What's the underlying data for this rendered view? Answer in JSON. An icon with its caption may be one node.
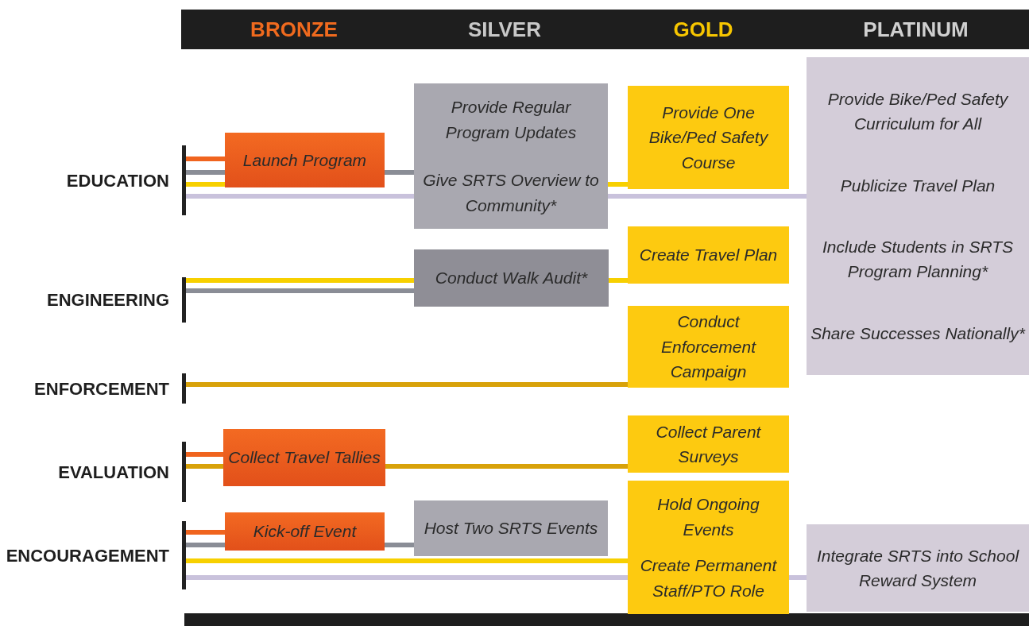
{
  "diagram": {
    "nodes": [
      {
        "text": [
          "EDUCATION"
        ]
      },
      {
        "text": [
          "ENGINEERING"
        ]
      },
      {
        "text": [
          "ENFORCEMENT"
        ]
      },
      {
        "text": [
          "EVALUATION"
        ]
      },
      {
        "text": [
          "ENCOURAGEMENT"
        ]
      },
      {
        "text": [
          "Launch Program"
        ]
      },
      {
        "text": [
          "Provide Regular Program Updates",
          "Give SRTS Overview to Community*"
        ]
      },
      {
        "text": [
          "Provide One Bike/Ped Safety Course"
        ]
      },
      {
        "text": [
          "Provide Bike/Ped Safety Curriculum for All",
          "Publicize Travel Plan",
          "Include Students in SRTS Program Planning*",
          "Share Successes Nationally*"
        ]
      },
      {
        "text": [
          "Conduct Walk Audit*"
        ]
      },
      {
        "text": [
          "Create Travel Plan"
        ]
      },
      {
        "text": [
          "Conduct Enforcement Campaign"
        ]
      },
      {
        "text": [
          "Collect Travel Tallies"
        ]
      },
      {
        "text": [
          "Collect Parent Surveys"
        ]
      },
      {
        "text": [
          "Kick-off Event"
        ]
      },
      {
        "text": [
          "Host Two SRTS Events"
        ]
      },
      {
        "text": [
          "Hold Ongoing Events",
          "Create Permanent Staff/PTO Role"
        ]
      },
      {
        "text": [
          "Integrate SRTS into School Reward System"
        ]
      }
    ],
    "edges": [
      {
        "from": 0,
        "to": 5,
        "arrow": "none",
        "color": "#f0641e"
      },
      {
        "from": 0,
        "to": 5,
        "arrow": "none",
        "color": "#8a8d96"
      },
      {
        "from": 0,
        "to": 5,
        "arrow": "none",
        "color": "#f7d000"
      },
      {
        "from": 5,
        "to": 6,
        "arrow": "none",
        "color": "#8a8d96"
      },
      {
        "from": 6,
        "to": 7,
        "arrow": "none",
        "color": "#f7d000"
      },
      {
        "from": 0,
        "to": 6,
        "arrow": "none",
        "color": "#c9c2dc"
      },
      {
        "from": 6,
        "to": 8,
        "arrow": "none",
        "color": "#c9c2dc"
      },
      {
        "from": 1,
        "to": 9,
        "arrow": "none",
        "color": "#f7d000"
      },
      {
        "from": 1,
        "to": 9,
        "arrow": "none",
        "color": "#8a8d96"
      },
      {
        "from": 9,
        "to": 10,
        "arrow": "none",
        "color": "#f7d000"
      },
      {
        "from": 2,
        "to": 11,
        "arrow": "none",
        "color": "#d8a20a"
      },
      {
        "from": 3,
        "to": 12,
        "arrow": "none",
        "color": "#f0641e"
      },
      {
        "from": 3,
        "to": 12,
        "arrow": "none",
        "color": "#d8a20a"
      },
      {
        "from": 12,
        "to": 13,
        "arrow": "none",
        "color": "#d8a20a"
      },
      {
        "from": 4,
        "to": 14,
        "arrow": "none",
        "color": "#f0641e"
      },
      {
        "from": 4,
        "to": 14,
        "arrow": "none",
        "color": "#8a8d96"
      },
      {
        "from": 14,
        "to": 15,
        "arrow": "none",
        "color": "#8a8d96"
      },
      {
        "from": 4,
        "to": 16,
        "arrow": "none",
        "color": "#f7d000"
      },
      {
        "from": 4,
        "to": 16,
        "arrow": "none",
        "color": "#c9c2dc"
      },
      {
        "from": 16,
        "to": 17,
        "arrow": "none",
        "color": "#c9c2dc"
      }
    ],
    "labels": [
      "BRONZE",
      "SILVER",
      "GOLD",
      "PLATINUM"
    ]
  }
}
